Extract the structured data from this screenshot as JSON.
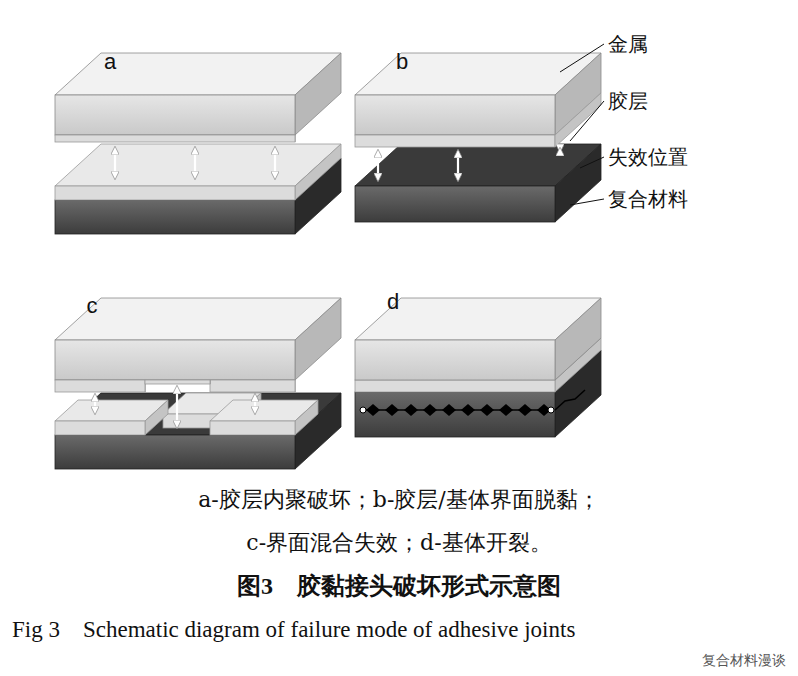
{
  "diagram": {
    "title": "图3　胶黏接头破坏形式示意图",
    "caption": "Fig 3　Schematic diagram of failure mode of adhesive joints",
    "labels": [
      "a",
      "b",
      "金属",
      "胶层",
      "失效位置",
      "复合材料",
      "c",
      "d",
      "a-胶层内聚破坏；b-胶层/基体界面脱黏；",
      "c-界面混合失效；d-基体开裂。",
      "复合材料漫谈"
    ]
  }
}
